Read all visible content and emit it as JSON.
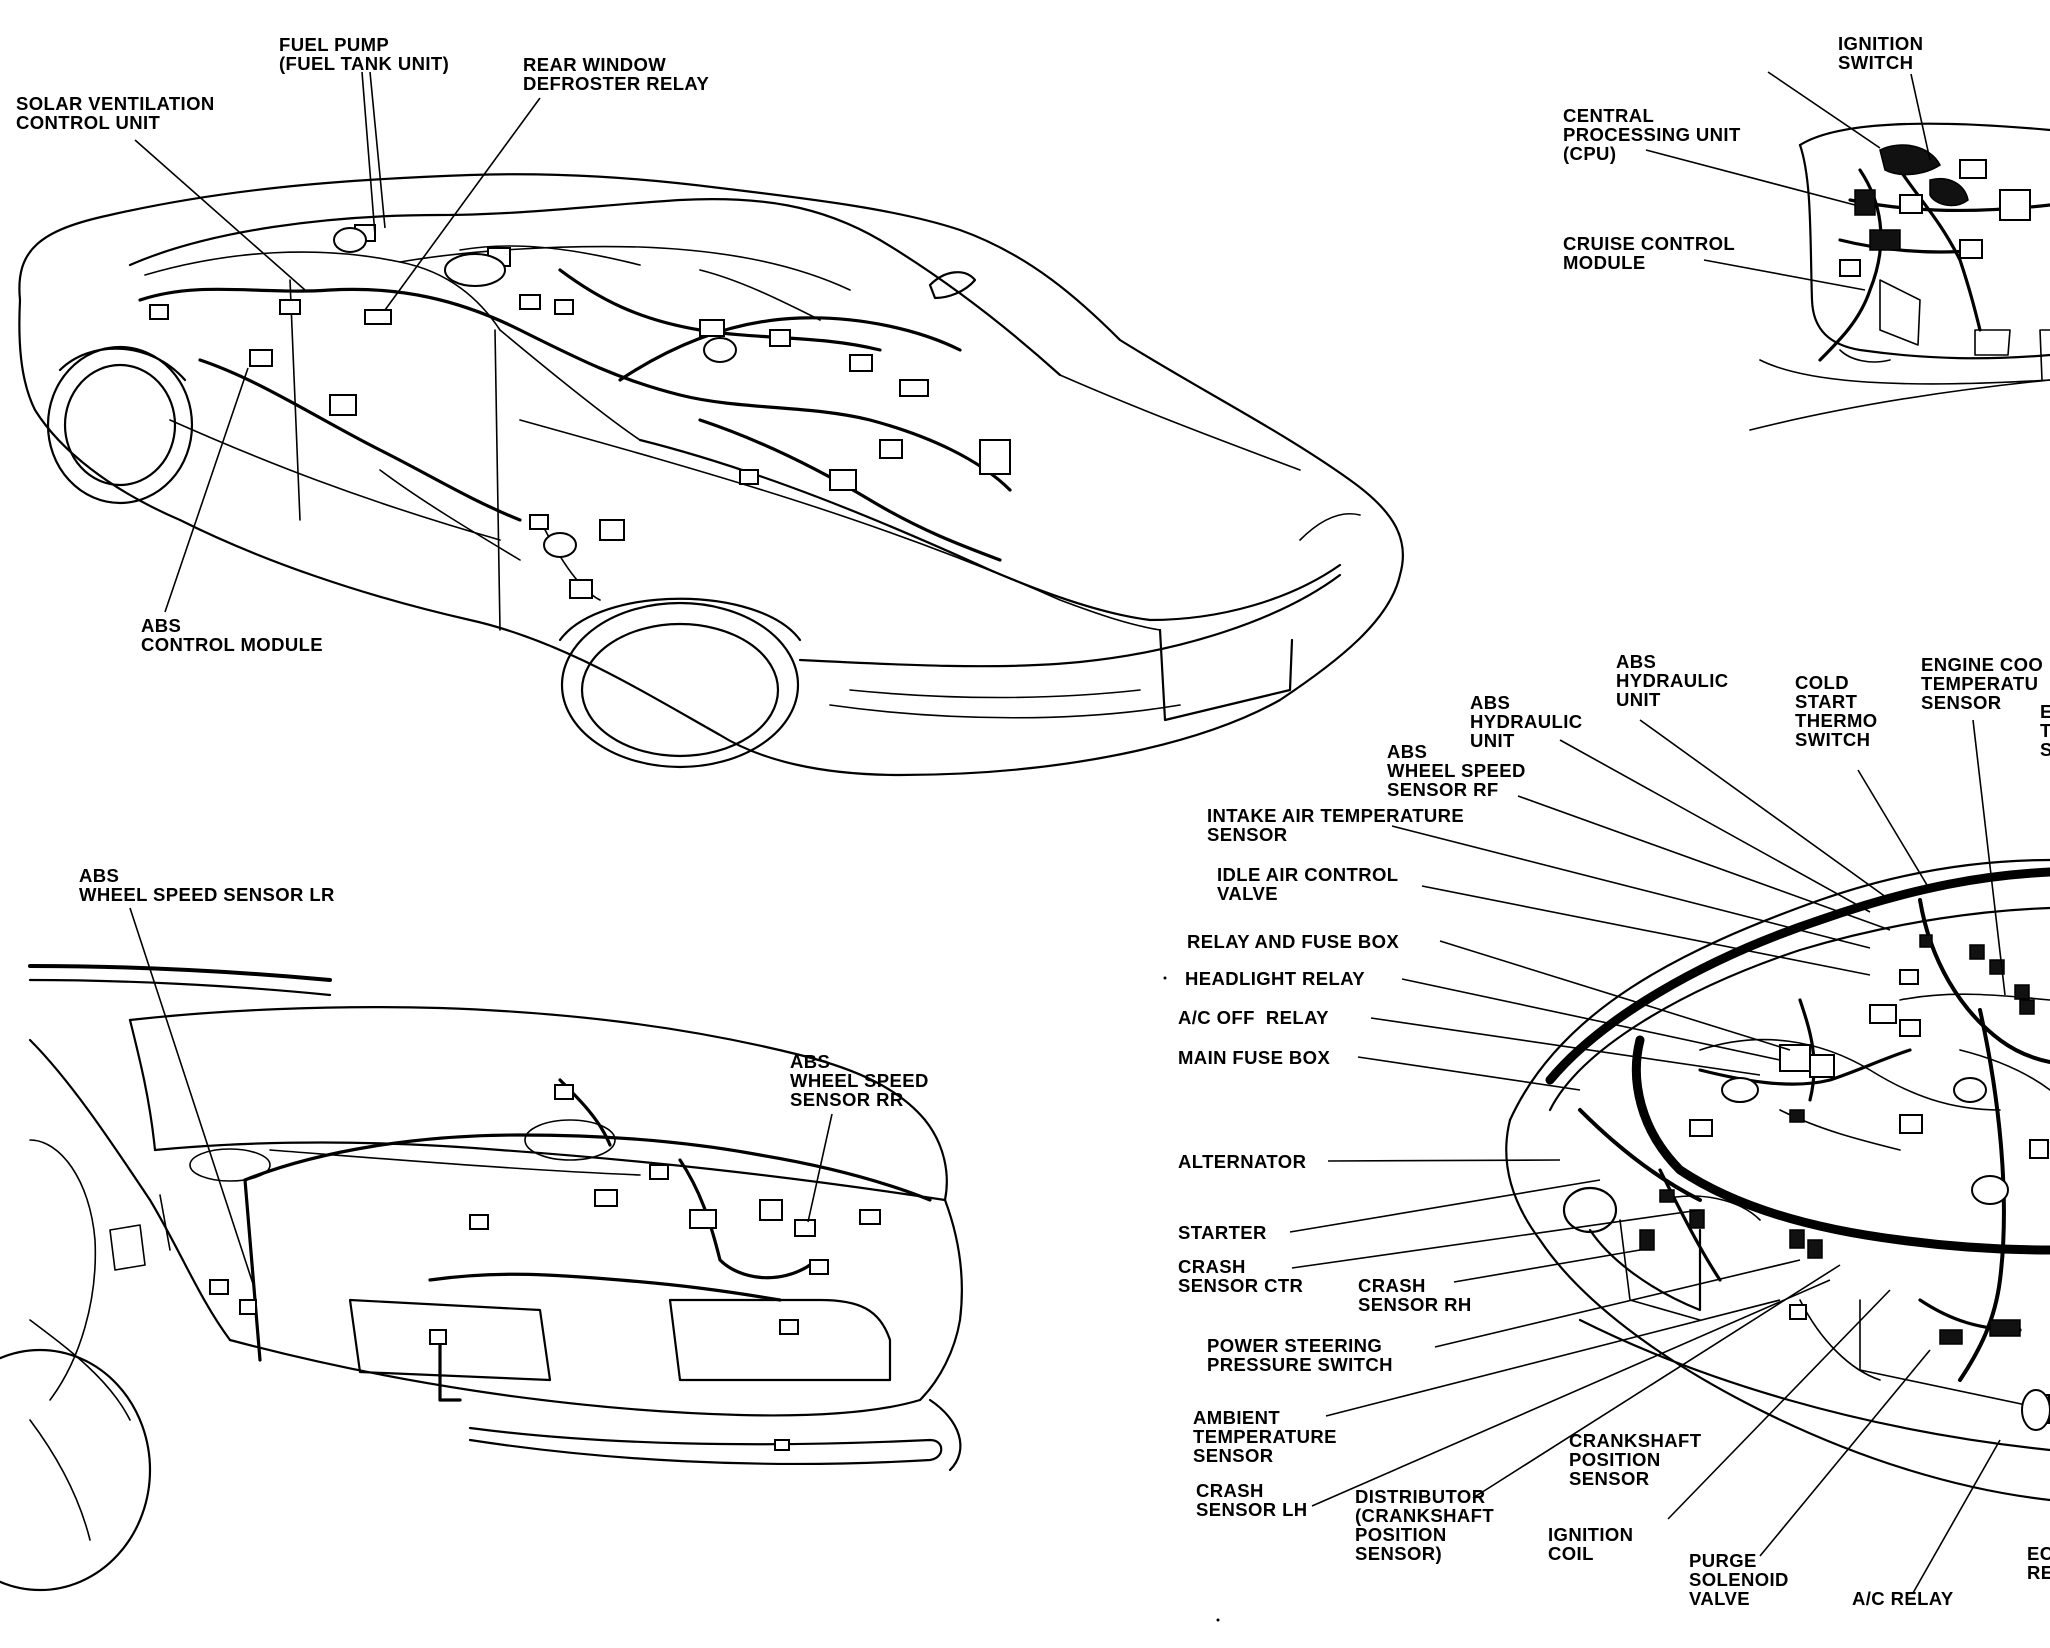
{
  "diagram": {
    "figures": {
      "car_overview": {
        "labels": [
          {
            "id": "fuel-pump",
            "text": "FUEL PUMP\n(FUEL TANK UNIT)"
          },
          {
            "id": "rear-window-defroster-relay",
            "text": "REAR WINDOW\nDEFROSTER RELAY"
          },
          {
            "id": "solar-ventilation-control-unit",
            "text": "SOLAR VENTILATION\nCONTROL UNIT"
          },
          {
            "id": "abs-control-module",
            "text": "ABS\nCONTROL MODULE"
          }
        ]
      },
      "dash_detail": {
        "labels": [
          {
            "id": "ignition-switch",
            "text": "IGNITION\nSWITCH"
          },
          {
            "id": "central-processing-unit",
            "text": "CENTRAL\nPROCESSING UNIT\n(CPU)"
          },
          {
            "id": "cruise-control-module",
            "text": "CRUISE CONTROL\nMODULE"
          }
        ]
      },
      "rear_detail": {
        "labels": [
          {
            "id": "abs-wheel-speed-sensor-lr",
            "text": "ABS\nWHEEL SPEED SENSOR LR"
          },
          {
            "id": "abs-wheel-speed-sensor-rr",
            "text": "ABS\nWHEEL SPEED\nSENSOR RR"
          }
        ]
      },
      "engine_bay": {
        "labels": [
          {
            "id": "abs-hydraulic-unit-1",
            "text": "ABS\nHYDRAULIC\nUNIT"
          },
          {
            "id": "abs-hydraulic-unit-2",
            "text": "ABS\nHYDRAULIC\nUNIT"
          },
          {
            "id": "cold-start-thermo-switch",
            "text": "COLD\nSTART\nTHERMO\nSWITCH"
          },
          {
            "id": "engine-coolant-temperature-sensor",
            "text": "ENGINE COO\nTEMPERATU\nSENSOR"
          },
          {
            "id": "clipped-right-label",
            "text": "E\nT\nS"
          },
          {
            "id": "abs-wheel-speed-sensor-rf",
            "text": "ABS\nWHEEL SPEED\nSENSOR RF"
          },
          {
            "id": "intake-air-temperature-sensor",
            "text": "INTAKE AIR TEMPERATURE\nSENSOR"
          },
          {
            "id": "idle-air-control-valve",
            "text": "IDLE AIR CONTROL\nVALVE"
          },
          {
            "id": "relay-and-fuse-box",
            "text": "RELAY AND FUSE BOX"
          },
          {
            "id": "headlight-relay",
            "text": "HEADLIGHT RELAY"
          },
          {
            "id": "ac-off-relay",
            "text": "A/C OFF  RELAY"
          },
          {
            "id": "main-fuse-box",
            "text": "MAIN FUSE BOX"
          },
          {
            "id": "alternator",
            "text": "ALTERNATOR"
          },
          {
            "id": "starter",
            "text": "STARTER"
          },
          {
            "id": "crash-sensor-ctr",
            "text": "CRASH\nSENSOR CTR"
          },
          {
            "id": "crash-sensor-rh",
            "text": "CRASH\nSENSOR RH"
          },
          {
            "id": "power-steering-pressure-switch",
            "text": "POWER STEERING\nPRESSURE SWITCH"
          },
          {
            "id": "ambient-temperature-sensor",
            "text": "AMBIENT\nTEMPERATURE\nSENSOR"
          },
          {
            "id": "crash-sensor-lh",
            "text": "CRASH\nSENSOR LH"
          },
          {
            "id": "distributor",
            "text": "DISTRIBUTOR\n(CRANKSHAFT\nPOSITION\nSENSOR)"
          },
          {
            "id": "crankshaft-position-sensor",
            "text": "CRANKSHAFT\nPOSITION\nSENSOR"
          },
          {
            "id": "ignition-coil",
            "text": "IGNITION\nCOIL"
          },
          {
            "id": "purge-solenoid-valve",
            "text": "PURGE\nSOLENOID\nVALVE"
          },
          {
            "id": "ac-relay",
            "text": "A/C RELAY"
          },
          {
            "id": "clipped-bottom-right-label",
            "text": "EC\nRE"
          }
        ]
      }
    }
  }
}
